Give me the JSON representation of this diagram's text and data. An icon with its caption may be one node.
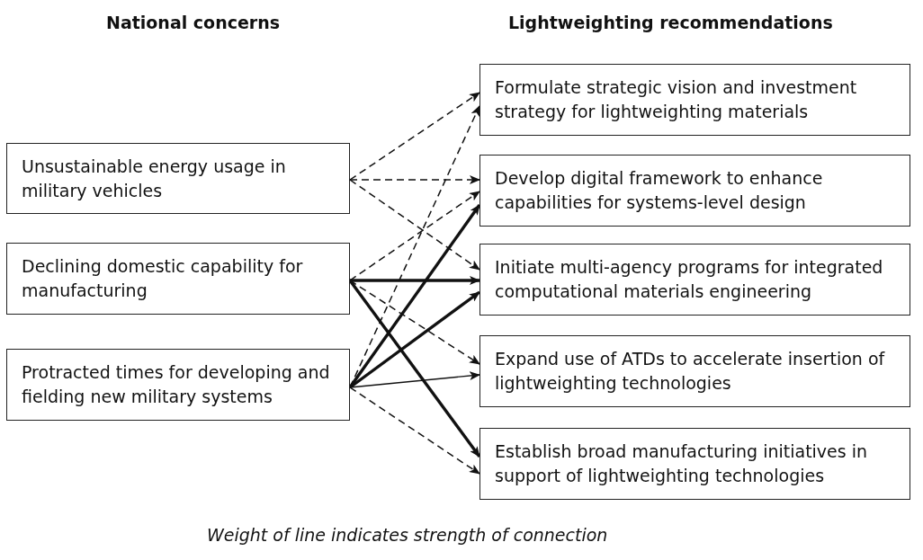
{
  "diagram": {
    "caption": "Weight of line indicates strength of connection",
    "nodes": [
      {
        "text": [
          "Unsustainable energy usage in military vehicles"
        ]
      },
      {
        "text": [
          "Declining domestic capability for manufacturing"
        ]
      },
      {
        "text": [
          "Protracted times for developing and fielding new military systems"
        ]
      },
      {
        "text": [
          "Formulate strategic vision and investment strategy for lightweighting materials"
        ]
      },
      {
        "text": [
          "Develop digital framework to enhance capabilities for systems-level design"
        ]
      },
      {
        "text": [
          "Initiate multi-agency programs for integrated computational materials engineering"
        ]
      },
      {
        "text": [
          "Expand use of ATDs to accelerate insertion of lightweighting technologies"
        ]
      },
      {
        "text": [
          "Establish broad manufacturing initiatives in support of lightweighting technologies"
        ]
      }
    ],
    "edges": [
      {
        "from": 0,
        "to": 3,
        "arrow": "to",
        "style": "dashed"
      },
      {
        "from": 0,
        "to": 4,
        "arrow": "to",
        "style": "dashed"
      },
      {
        "from": 0,
        "to": 5,
        "arrow": "to",
        "style": "dashed"
      },
      {
        "from": 1,
        "to": 4,
        "arrow": "to",
        "style": "dashed"
      },
      {
        "from": 1,
        "to": 5,
        "arrow": "to",
        "style": "thick"
      },
      {
        "from": 1,
        "to": 6,
        "arrow": "to",
        "style": "dashed"
      },
      {
        "from": 1,
        "to": 7,
        "arrow": "to",
        "style": "thick"
      },
      {
        "from": 2,
        "to": 3,
        "arrow": "to",
        "style": "dashed"
      },
      {
        "from": 2,
        "to": 4,
        "arrow": "to",
        "style": "thick"
      },
      {
        "from": 2,
        "to": 5,
        "arrow": "to",
        "style": "thick"
      },
      {
        "from": 2,
        "to": 6,
        "arrow": "to"
      },
      {
        "from": 2,
        "to": 7,
        "arrow": "to",
        "style": "dashed"
      }
    ],
    "labels": [
      "National concerns",
      "Lightweighting recommendations"
    ]
  }
}
